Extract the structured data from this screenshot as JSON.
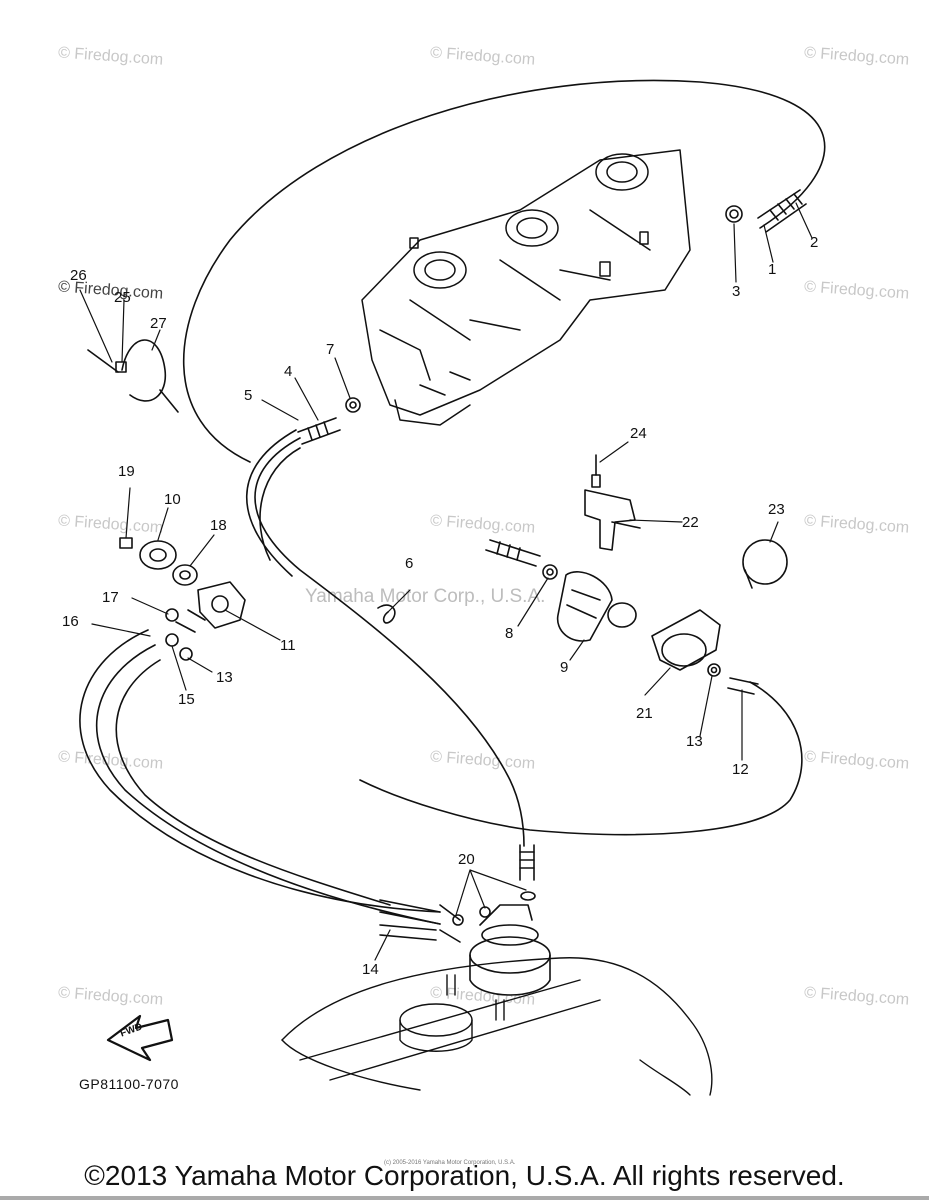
{
  "watermarks": {
    "site": "© Firedog.com",
    "center": "Yamaha Motor Corp., U.S.A."
  },
  "labels": {
    "n1": "1",
    "n2": "2",
    "n3": "3",
    "n4": "4",
    "n5": "5",
    "n6": "6",
    "n7": "7",
    "n8": "8",
    "n9": "9",
    "n10": "10",
    "n11": "11",
    "n12": "12",
    "n13a": "13",
    "n13b": "13",
    "n14": "14",
    "n15": "15",
    "n16": "16",
    "n17": "17",
    "n18": "18",
    "n19": "19",
    "n20": "20",
    "n21": "21",
    "n22": "22",
    "n23": "23",
    "n24": "24",
    "n25": "25",
    "n26": "26",
    "n27": "27"
  },
  "fwd_arrow_text": "FWD",
  "part_code": "GP81100-7070",
  "tiny_copyright": "(c) 2005-2016 Yamaha Motor Corporation, U.S.A.",
  "copyright": "©2013 Yamaha Motor Corporation, U.S.A. All rights reserved.",
  "colors": {
    "line": "#111111",
    "watermark": "#c8c8c8"
  }
}
